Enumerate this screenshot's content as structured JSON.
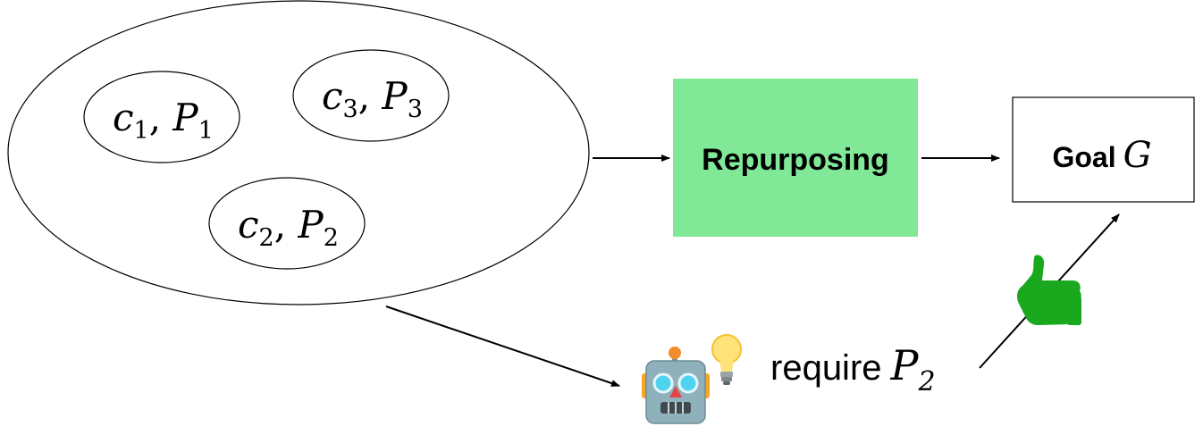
{
  "components": [
    {
      "c": "c",
      "c_sub": "1",
      "P": "P",
      "P_sub": "1"
    },
    {
      "c": "c",
      "c_sub": "3",
      "P": "P",
      "P_sub": "3"
    },
    {
      "c": "c",
      "c_sub": "2",
      "P": "P",
      "P_sub": "2"
    }
  ],
  "repurposing": {
    "label": "Repurposing",
    "fill": "#80e897"
  },
  "goal": {
    "label": "Goal",
    "symbol": "G"
  },
  "require": {
    "label": "require",
    "symbol": "P",
    "sub": "2"
  },
  "icons": {
    "robot": "robot-icon",
    "bulb": "light-bulb-icon",
    "thumb": "thumbs-up-icon",
    "thumb_color": "#1aa81f"
  }
}
